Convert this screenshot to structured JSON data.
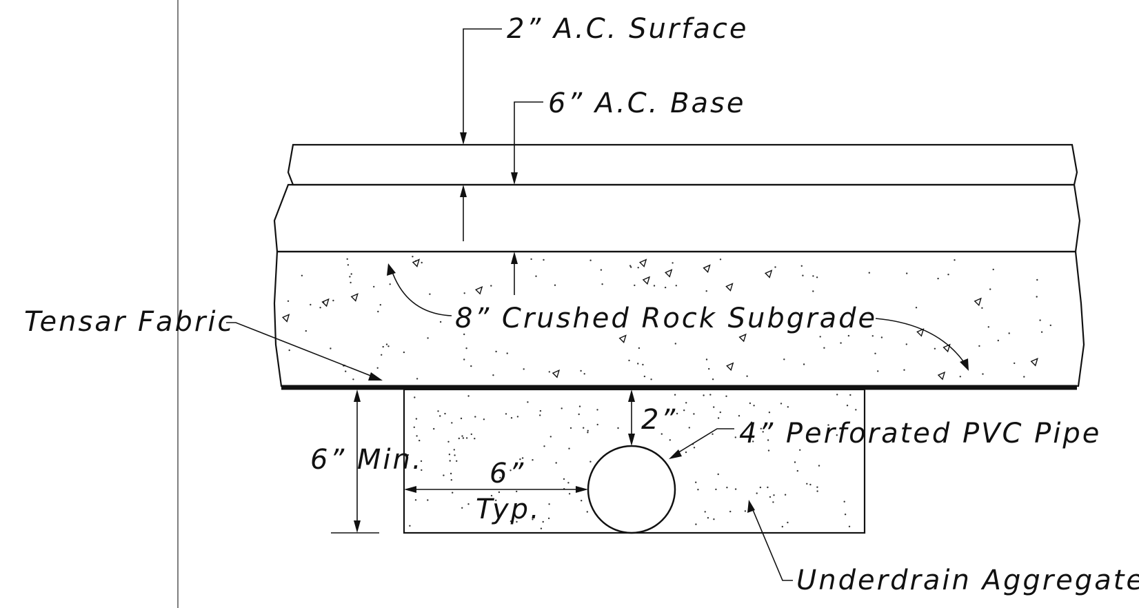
{
  "labels": {
    "ac_surface": "2” A.C. Surface",
    "ac_base": "6” A.C. Base",
    "rock_subgrade": "8” Crushed Rock Subgrade",
    "tensar_fabric": "Tensar Fabric",
    "min_depth": "6” Min.",
    "pipe": "4” Perforated PVC Pipe",
    "cover": "2”",
    "side_dim": "6”",
    "side_dim_note": "Typ.",
    "aggregate": "Underdrain Aggregate"
  }
}
